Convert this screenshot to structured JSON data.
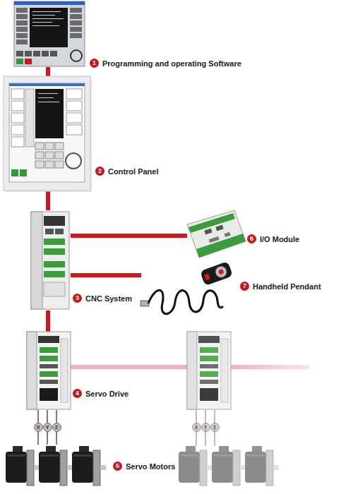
{
  "diagram": {
    "nodes": [
      {
        "text": [
          "1",
          "Programming and operating Software"
        ]
      },
      {
        "text": [
          "2",
          "Control Panel"
        ]
      },
      {
        "text": [
          "3",
          "CNC System"
        ]
      },
      {
        "text": [
          "6",
          "I/O Module"
        ]
      },
      {
        "text": [
          "7",
          "Handheld Pendant"
        ]
      },
      {
        "text": [
          "4",
          "Servo Drive"
        ]
      },
      {
        "text": [
          "5",
          "Servo Motors"
        ]
      }
    ],
    "edges": [
      {
        "from": 0,
        "to": 1,
        "arrow": "none"
      },
      {
        "from": 1,
        "to": 2,
        "arrow": "none"
      },
      {
        "from": 2,
        "to": 3,
        "arrow": "none"
      },
      {
        "from": 2,
        "to": 4,
        "arrow": "none"
      },
      {
        "from": 2,
        "to": 5,
        "arrow": "none"
      },
      {
        "from": 5,
        "to": 6,
        "label": "X",
        "arrow": "none"
      },
      {
        "from": 5,
        "to": 6,
        "label": "Y",
        "arrow": "none"
      },
      {
        "from": 5,
        "to": 6,
        "label": "Z",
        "arrow": "none"
      }
    ],
    "labels": [
      "X",
      "Y",
      "Z"
    ]
  }
}
